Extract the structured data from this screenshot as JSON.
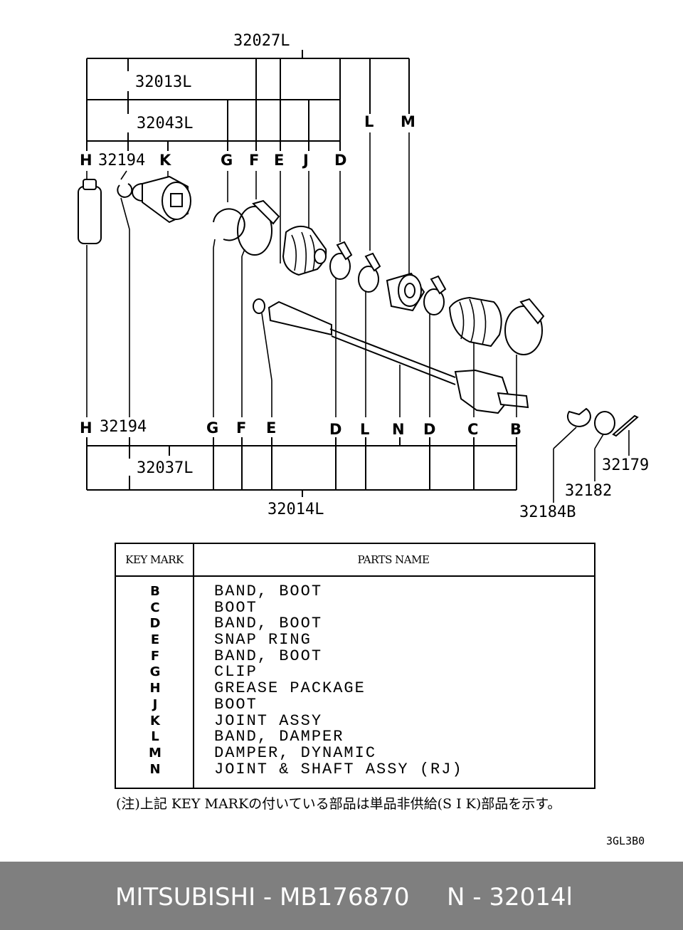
{
  "callouts": {
    "assy_top": "32027L",
    "sub_top1": "32013L",
    "sub_top2": "32043L",
    "assy_bottom": "32014L",
    "sub_bottom": "32037L",
    "top_keys": [
      "H",
      "32194",
      "K",
      "G",
      "F",
      "E",
      "J",
      "D",
      "L",
      "M"
    ],
    "bottom_keys": [
      "H",
      "32194",
      "G",
      "F",
      "E",
      "D",
      "L",
      "N",
      "D",
      "C",
      "B"
    ],
    "nut_parts": [
      "32179",
      "32182",
      "32184B"
    ]
  },
  "table": {
    "header_key": "KEY MARK",
    "header_name": "PARTS NAME",
    "rows": [
      {
        "key": "B",
        "name": "BAND, BOOT"
      },
      {
        "key": "C",
        "name": "BOOT"
      },
      {
        "key": "D",
        "name": "BAND, BOOT"
      },
      {
        "key": "E",
        "name": "SNAP RING"
      },
      {
        "key": "F",
        "name": "BAND, BOOT"
      },
      {
        "key": "G",
        "name": "CLIP"
      },
      {
        "key": "H",
        "name": "GREASE PACKAGE"
      },
      {
        "key": "J",
        "name": "BOOT"
      },
      {
        "key": "K",
        "name": "JOINT ASSY"
      },
      {
        "key": "L",
        "name": "BAND, DAMPER"
      },
      {
        "key": "M",
        "name": "DAMPER, DYNAMIC"
      },
      {
        "key": "N",
        "name": "JOINT & SHAFT ASSY (RJ)"
      }
    ]
  },
  "note": "(注)上記 KEY MARKの付いている部品は単品非供給(S I K)部品を示す。",
  "diagram_code": "3GL3B0",
  "footer": {
    "brand_part": "MITSUBISHI - MB176870",
    "group": "N - 32014l"
  }
}
